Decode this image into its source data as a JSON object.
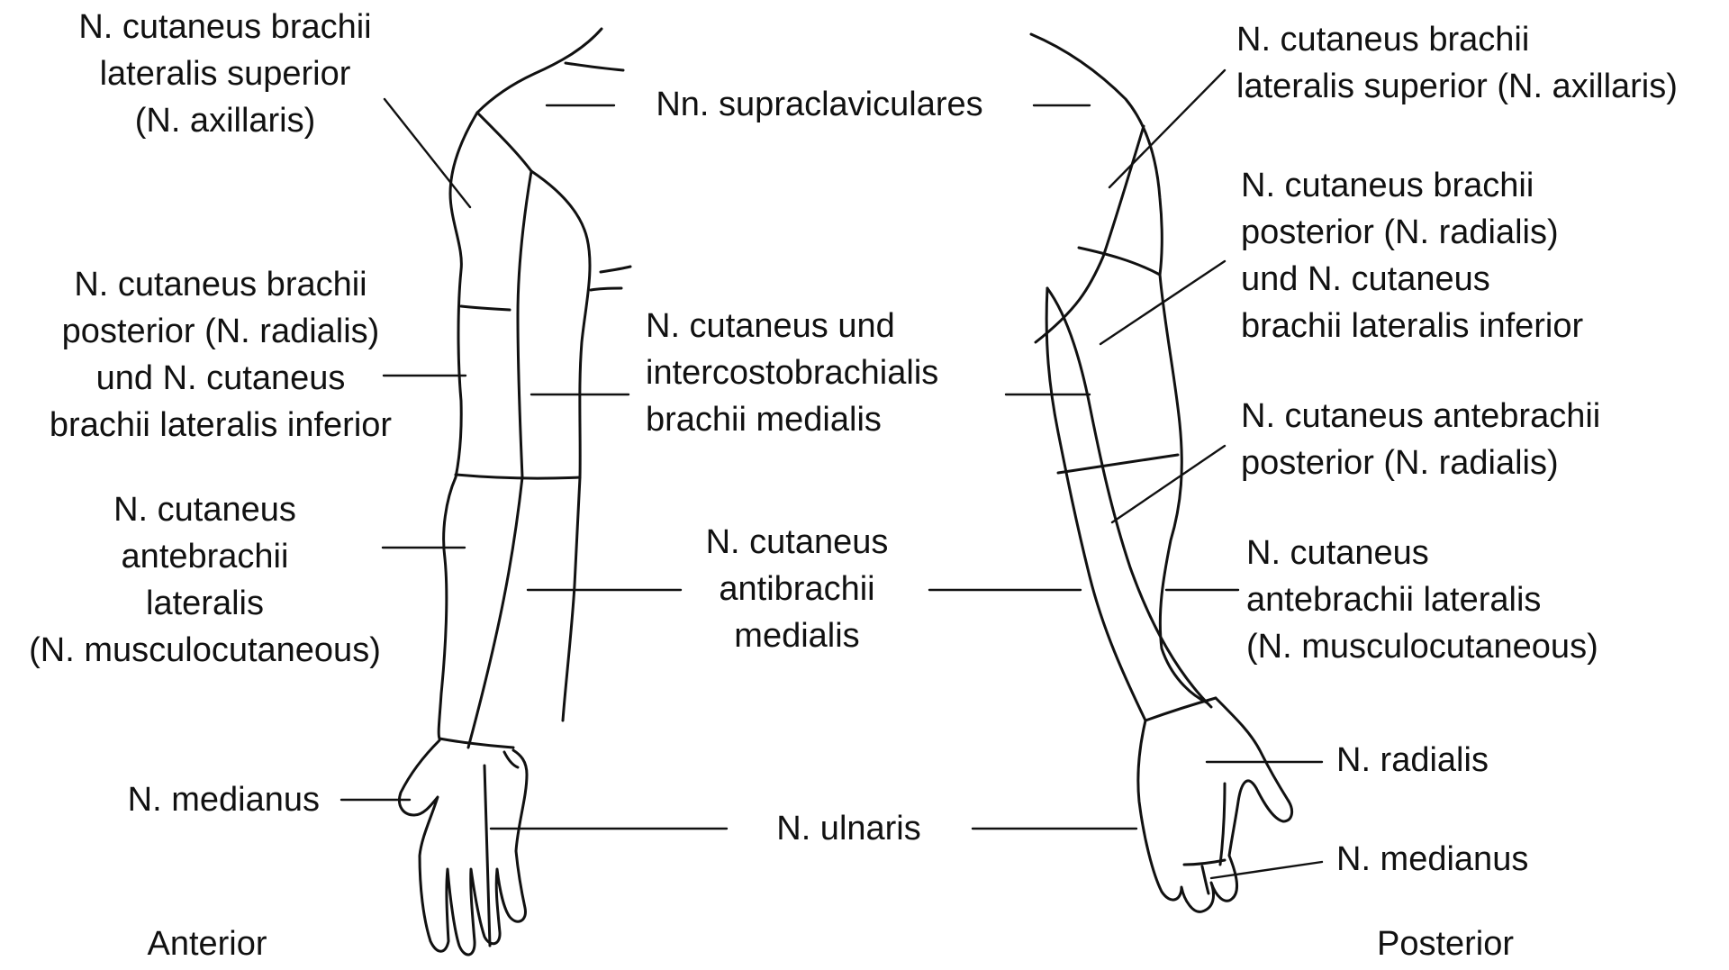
{
  "figure": {
    "views": {
      "anterior": "Anterior",
      "posterior": "Posterior"
    },
    "labels": {
      "ant_axillaris": [
        "N. cutaneus brachii",
        "lateralis superior",
        "(N. axillaris)"
      ],
      "ant_radialis": [
        "N. cutaneus brachii",
        "posterior (N. radialis)",
        "und N. cutaneus",
        "brachii lateralis inferior"
      ],
      "ant_musculocutaneous": [
        "N. cutaneus",
        "antebrachii",
        "lateralis",
        "(N. musculocutaneous)"
      ],
      "ant_medianus": [
        "N. medianus"
      ],
      "supraclaviculares": [
        "Nn. supraclaviculares"
      ],
      "intercostobrachialis": [
        "N. cutaneus und",
        "intercostobrachialis",
        "brachii medialis"
      ],
      "antibrachii_medialis": [
        "N. cutaneus",
        "antibrachii",
        "medialis"
      ],
      "ulnaris": [
        "N. ulnaris"
      ],
      "post_axillaris": [
        "N. cutaneus brachii",
        "lateralis superior (N. axillaris)"
      ],
      "post_radialis": [
        "N. cutaneus brachii",
        "posterior (N. radialis)",
        "und N. cutaneus",
        "brachii lateralis inferior"
      ],
      "post_antebrachii_posterior": [
        "N. cutaneus antebrachii",
        "posterior (N. radialis)"
      ],
      "post_musculocutaneous": [
        "N. cutaneus",
        "antebrachii lateralis",
        "(N. musculocutaneous)"
      ],
      "post_radialis_hand": [
        "N. radialis"
      ],
      "post_medianus": [
        "N. medianus"
      ]
    }
  }
}
